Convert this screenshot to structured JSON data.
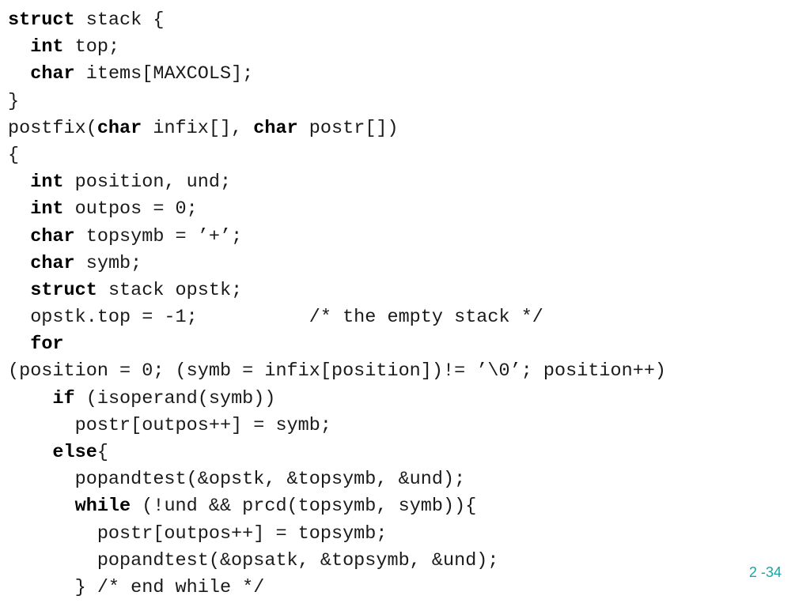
{
  "slide": {
    "page_number": "2 -34",
    "page_number_color": "#1aa6a6"
  },
  "code_lines": [
    [
      {
        "t": "struct",
        "kw": true
      },
      {
        "t": " stack {"
      }
    ],
    [
      {
        "t": "  "
      },
      {
        "t": "int",
        "kw": true
      },
      {
        "t": " top;"
      }
    ],
    [
      {
        "t": "  "
      },
      {
        "t": "char",
        "kw": true
      },
      {
        "t": " items[MAXCOLS];"
      }
    ],
    [
      {
        "t": "}"
      }
    ],
    [
      {
        "t": "postfix("
      },
      {
        "t": "char",
        "kw": true
      },
      {
        "t": " infix[], "
      },
      {
        "t": "char",
        "kw": true
      },
      {
        "t": " postr[])"
      }
    ],
    [
      {
        "t": "{"
      }
    ],
    [
      {
        "t": "  "
      },
      {
        "t": "int",
        "kw": true
      },
      {
        "t": " position, und;"
      }
    ],
    [
      {
        "t": "  "
      },
      {
        "t": "int",
        "kw": true
      },
      {
        "t": " outpos = 0;"
      }
    ],
    [
      {
        "t": "  "
      },
      {
        "t": "char",
        "kw": true
      },
      {
        "t": " topsymb = ’+’;"
      }
    ],
    [
      {
        "t": "  "
      },
      {
        "t": "char",
        "kw": true
      },
      {
        "t": " symb;"
      }
    ],
    [
      {
        "t": "  "
      },
      {
        "t": "struct",
        "kw": true
      },
      {
        "t": " stack opstk;"
      }
    ],
    [
      {
        "t": "  opstk.top = -1;          /* the empty stack */"
      }
    ],
    [
      {
        "t": "  "
      },
      {
        "t": "for",
        "kw": true
      }
    ],
    [
      {
        "t": "(position = 0; (symb = infix[position])!= ’\\0’; position++)"
      }
    ],
    [
      {
        "t": "    "
      },
      {
        "t": "if",
        "kw": true
      },
      {
        "t": " (isoperand(symb))"
      }
    ],
    [
      {
        "t": "      postr[outpos++] = symb;"
      }
    ],
    [
      {
        "t": "    "
      },
      {
        "t": "else",
        "kw": true
      },
      {
        "t": "{"
      }
    ],
    [
      {
        "t": "      popandtest(&opstk, &topsymb, &und);"
      }
    ],
    [
      {
        "t": "      "
      },
      {
        "t": "while",
        "kw": true
      },
      {
        "t": " (!und && prcd(topsymb, symb)){"
      }
    ],
    [
      {
        "t": "        postr[outpos++] = topsymb;"
      }
    ],
    [
      {
        "t": "        popandtest(&opsatk, &topsymb, &und);"
      }
    ],
    [
      {
        "t": "      } /* end while */"
      }
    ]
  ]
}
